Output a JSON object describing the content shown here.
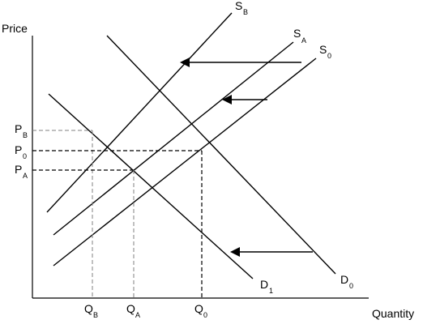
{
  "axes": {
    "y_label": "Price",
    "x_label": "Quantity"
  },
  "curves": {
    "sb": {
      "main": "S",
      "sub": "B"
    },
    "sa": {
      "main": "S",
      "sub": "A"
    },
    "s0": {
      "main": "S",
      "sub": "0"
    },
    "d1": {
      "main": "D",
      "sub": "1"
    },
    "d0": {
      "main": "D",
      "sub": "0"
    }
  },
  "price_ticks": {
    "pb": {
      "main": "P",
      "sub": "B"
    },
    "p0": {
      "main": "P",
      "sub": "0"
    },
    "pa": {
      "main": "P",
      "sub": "A"
    }
  },
  "quantity_ticks": {
    "qb": {
      "main": "Q",
      "sub": "B"
    },
    "qa": {
      "main": "Q",
      "sub": "A"
    },
    "q0": {
      "main": "Q",
      "sub": "0"
    }
  }
}
